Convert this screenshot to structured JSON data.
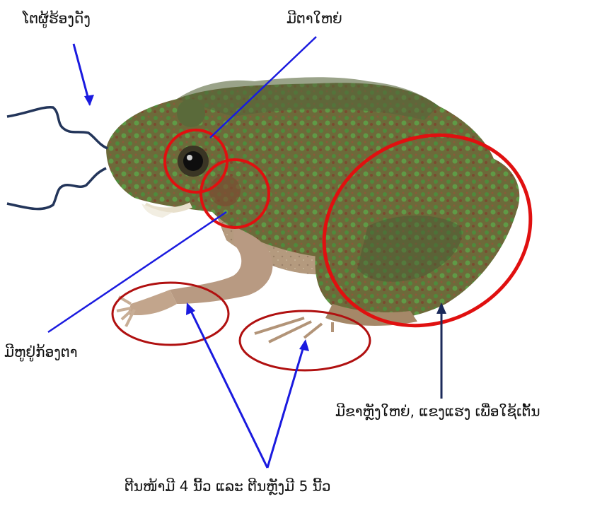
{
  "labels": {
    "male_calls": "ໂຕຜູ້ຮ້ອງດັງ",
    "big_eyes": "ມີຕາໃຫຍ່",
    "ear_behind_eye": "ມີຫູຢູ່ກ້ອງຕາ",
    "hind_legs": "ມີຂາຫຼັງໃຫຍ່, ແຂງແຮງ ເພື່ອໃຊ້ເຕັ້ນ",
    "feet_toes": "ຕີນໜ້າມີ 4 ນີ້ວ ແລະ ຕີນຫຼັງມີ 5 ນີ້ວ"
  },
  "colors": {
    "arrow_blue": "#1a1adf",
    "arrow_navy": "#1b2a5a",
    "circle_red": "#e01010",
    "ellipse_darkred": "#b01010",
    "sound_lines": "#23355a"
  }
}
